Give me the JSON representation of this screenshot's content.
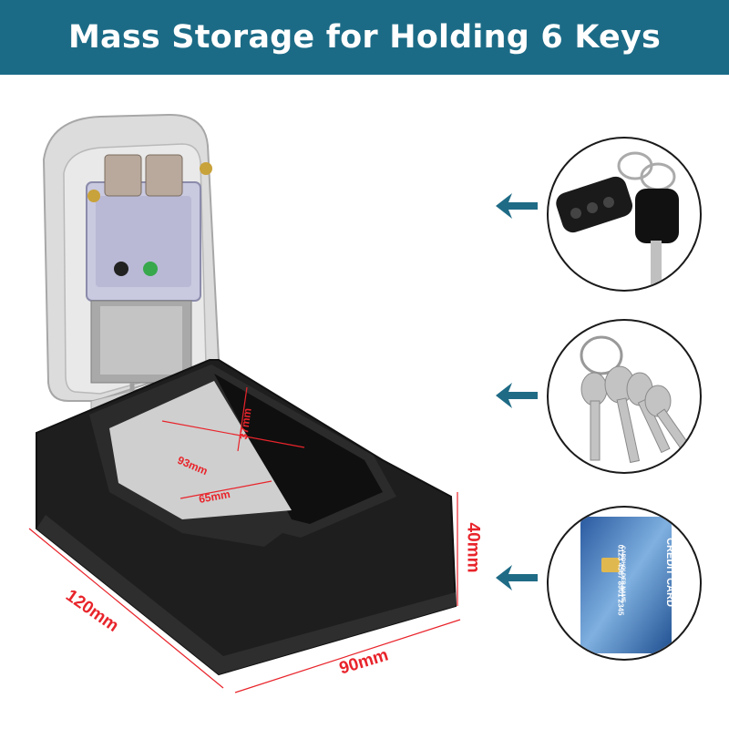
{
  "banner": {
    "title": "Mass Storage for Holding 6 Keys"
  },
  "dimensions": {
    "inner_height": "37mm",
    "inner_length": "93mm",
    "inner_width": "65mm",
    "outer_length": "120mm",
    "outer_width": "90mm",
    "outer_height": "40mm"
  },
  "card": {
    "title": "CREDIT CARD",
    "number": "0123 4567 8901 2345",
    "holder": "CARDHOLDER NAME"
  },
  "colors": {
    "banner": "#1c6b86",
    "arrow": "#1f6b86",
    "dimension": "#e8242b",
    "box_body": "#1e1e1e"
  },
  "icons": [
    "car-keys-icon",
    "key-bundle-icon",
    "credit-card-icon",
    "arrow-left-icon"
  ]
}
